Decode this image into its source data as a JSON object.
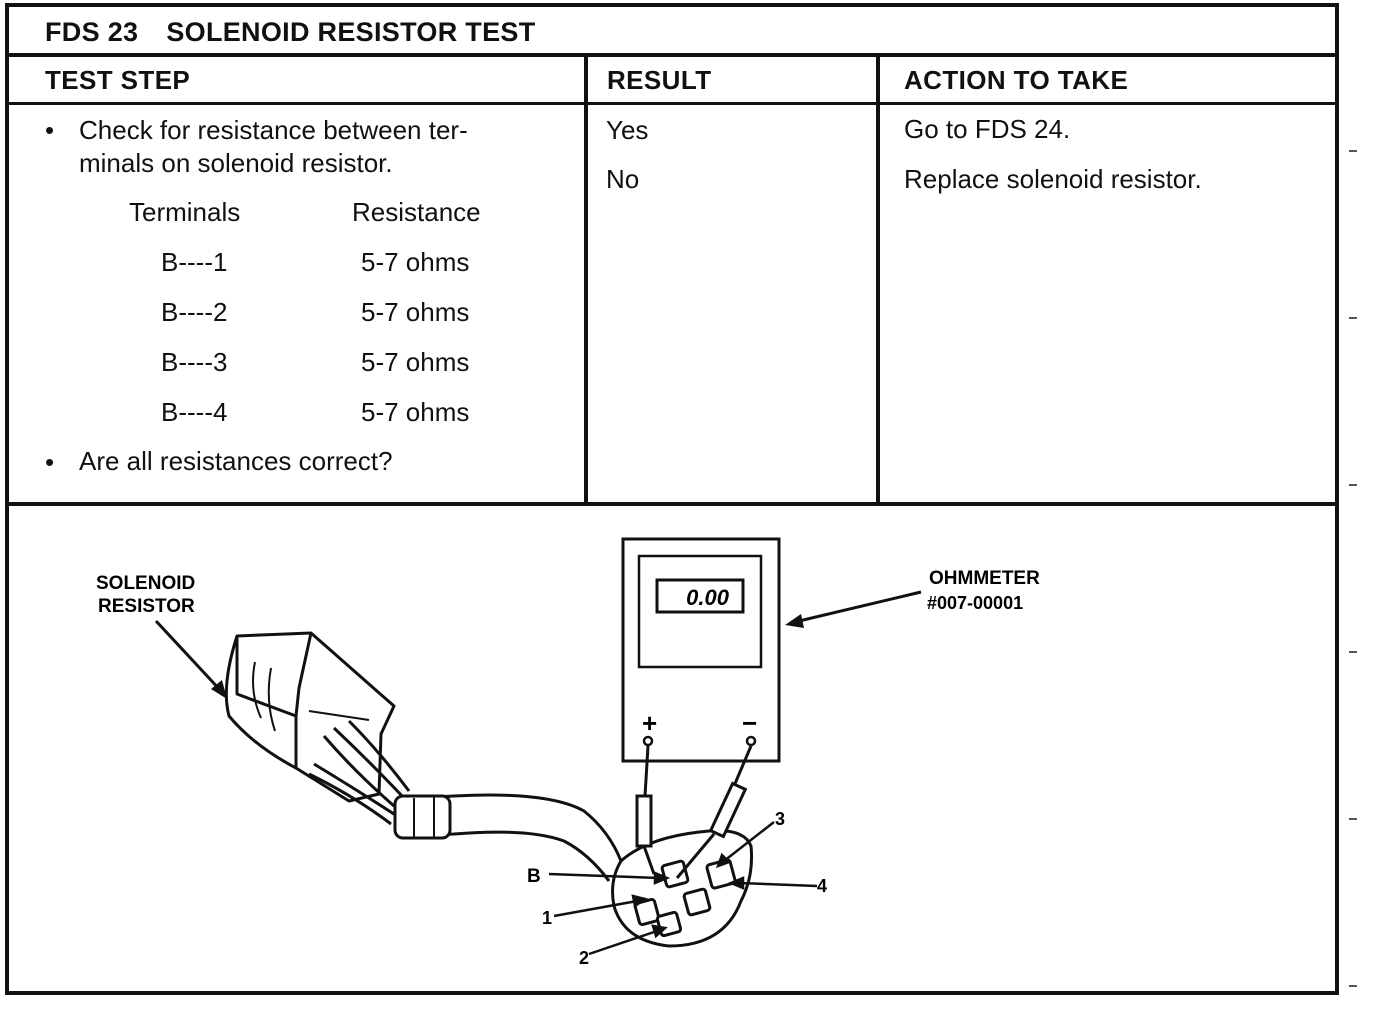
{
  "document": {
    "code": "FDS 23",
    "title": "SOLENOID RESISTOR TEST"
  },
  "columns": {
    "test_step": "TEST STEP",
    "result": "RESULT",
    "action": "ACTION TO TAKE"
  },
  "test_step": {
    "bullet1_line1": "Check for resistance between ter-",
    "bullet1_line2": "minals on solenoid resistor.",
    "table_headers": {
      "terminals": "Terminals",
      "resistance": "Resistance"
    },
    "rows": [
      {
        "terminals": "B----1",
        "resistance": "5-7 ohms"
      },
      {
        "terminals": "B----2",
        "resistance": "5-7 ohms"
      },
      {
        "terminals": "B----3",
        "resistance": "5-7 ohms"
      },
      {
        "terminals": "B----4",
        "resistance": "5-7 ohms"
      }
    ],
    "bullet2": "Are all resistances correct?"
  },
  "results": [
    {
      "result": "Yes",
      "action": "Go to FDS 24."
    },
    {
      "result": "No",
      "action": "Replace solenoid resistor."
    }
  ],
  "diagram": {
    "solenoid_label_line1": "SOLENOID",
    "solenoid_label_line2": "RESISTOR",
    "ohmmeter_label_line1": "OHMMETER",
    "ohmmeter_label_line2": "#007-00001",
    "display_reading": "0.00",
    "plus_sign": "+",
    "minus_sign": "−",
    "terminal_b": "B",
    "terminal_1": "1",
    "terminal_2": "2",
    "terminal_3": "3",
    "terminal_4": "4"
  }
}
